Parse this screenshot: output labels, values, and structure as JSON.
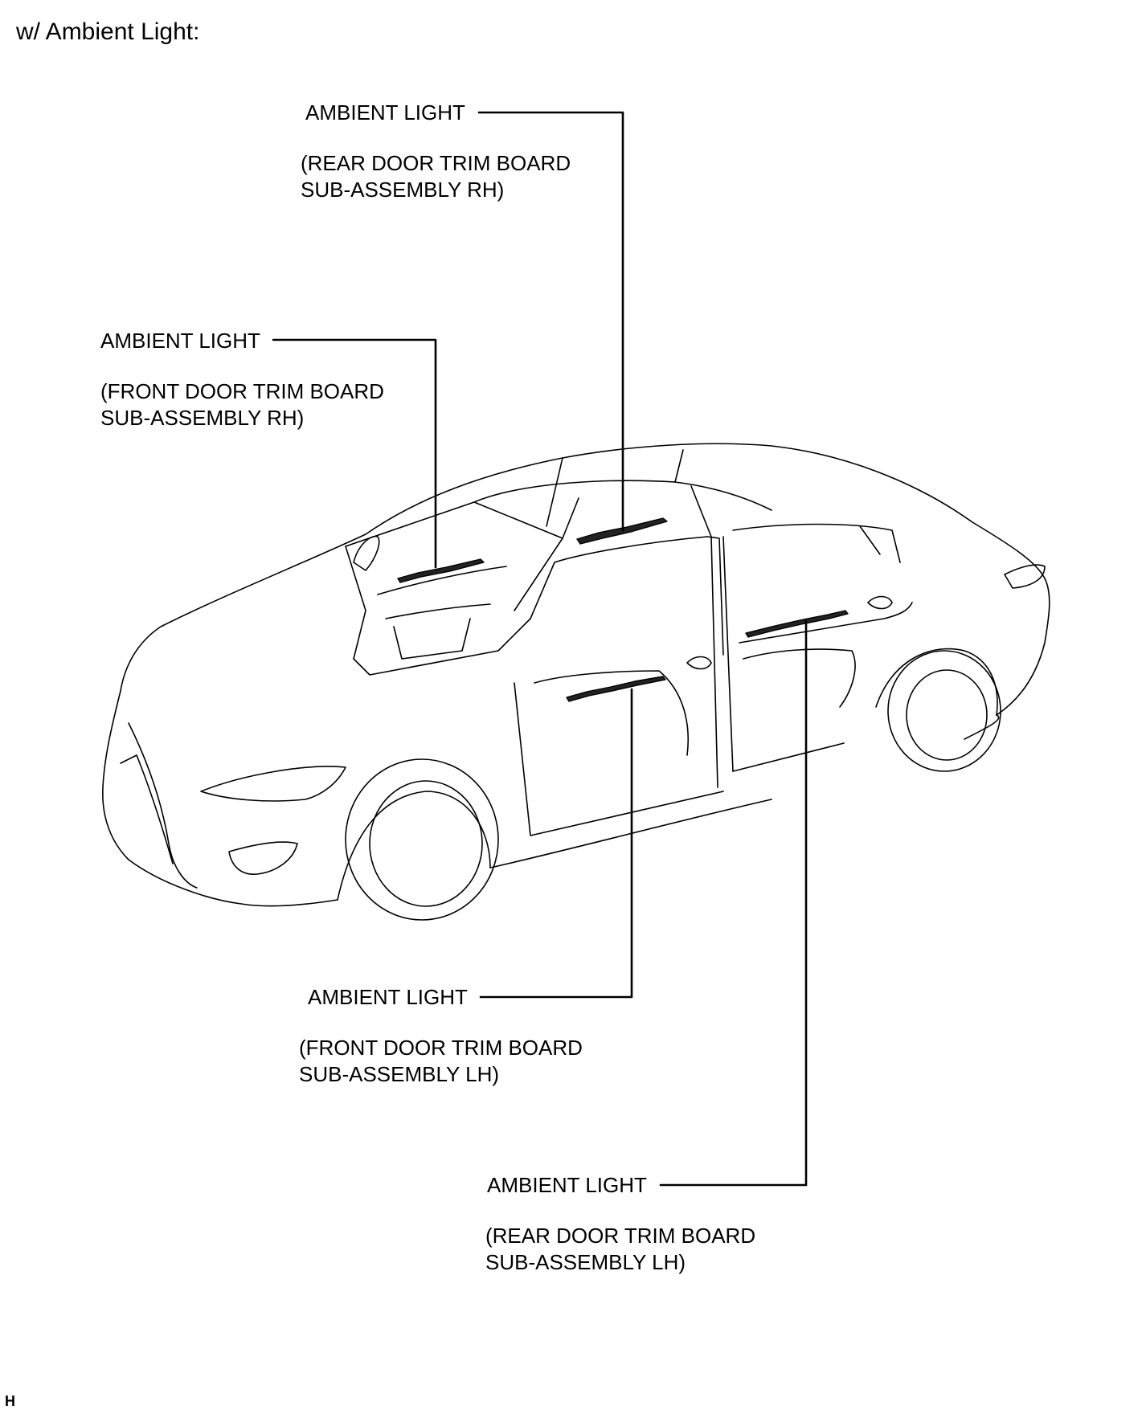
{
  "heading": "w/ Ambient Light:",
  "callouts": [
    {
      "id": "rear-rh",
      "label": "AMBIENT LIGHT",
      "part_line1": "(REAR DOOR TRIM BOARD",
      "part_line2": "SUB-ASSEMBLY RH)"
    },
    {
      "id": "front-rh",
      "label": "AMBIENT LIGHT",
      "part_line1": "(FRONT DOOR TRIM BOARD",
      "part_line2": "SUB-ASSEMBLY RH)"
    },
    {
      "id": "front-lh",
      "label": "AMBIENT LIGHT",
      "part_line1": "(FRONT DOOR TRIM BOARD",
      "part_line2": "SUB-ASSEMBLY LH)"
    },
    {
      "id": "rear-lh",
      "label": "AMBIENT LIGHT",
      "part_line1": "(REAR DOOR TRIM BOARD",
      "part_line2": "SUB-ASSEMBLY LH)"
    }
  ],
  "page_code": "H",
  "colors": {
    "line": "#000000",
    "background": "#ffffff"
  }
}
